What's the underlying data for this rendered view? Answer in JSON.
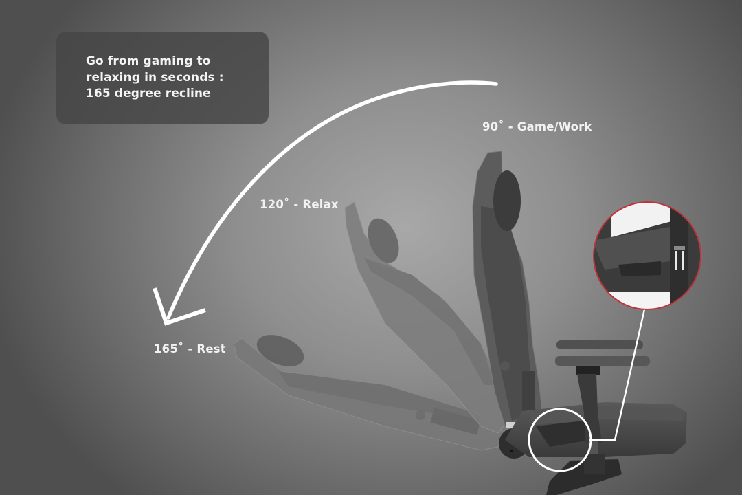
{
  "info_box": {
    "lines": [
      "Go from gaming to",
      "relaxing in seconds :",
      "165 degree recline"
    ]
  },
  "positions": {
    "upright": {
      "label": "90˚ - Game/Work",
      "angle": 90
    },
    "relax": {
      "label": "120˚ - Relax",
      "angle": 120
    },
    "rest": {
      "label": "165˚ - Rest",
      "angle": 165
    }
  },
  "product": {
    "name": "gaming-chair",
    "max_recline_degrees": 165
  },
  "callout": {
    "subject": "recline-lever",
    "border_color": "#c0333a",
    "highlight_color": "#ffffff"
  },
  "colors": {
    "background_center": "#a8a8a8",
    "background_edge": "#4f4f4f",
    "text": "#f2f2f2",
    "arrow": "#ffffff",
    "info_box": "#464646"
  },
  "icons": {
    "recline_arrow": "curved-arrow-icon"
  }
}
